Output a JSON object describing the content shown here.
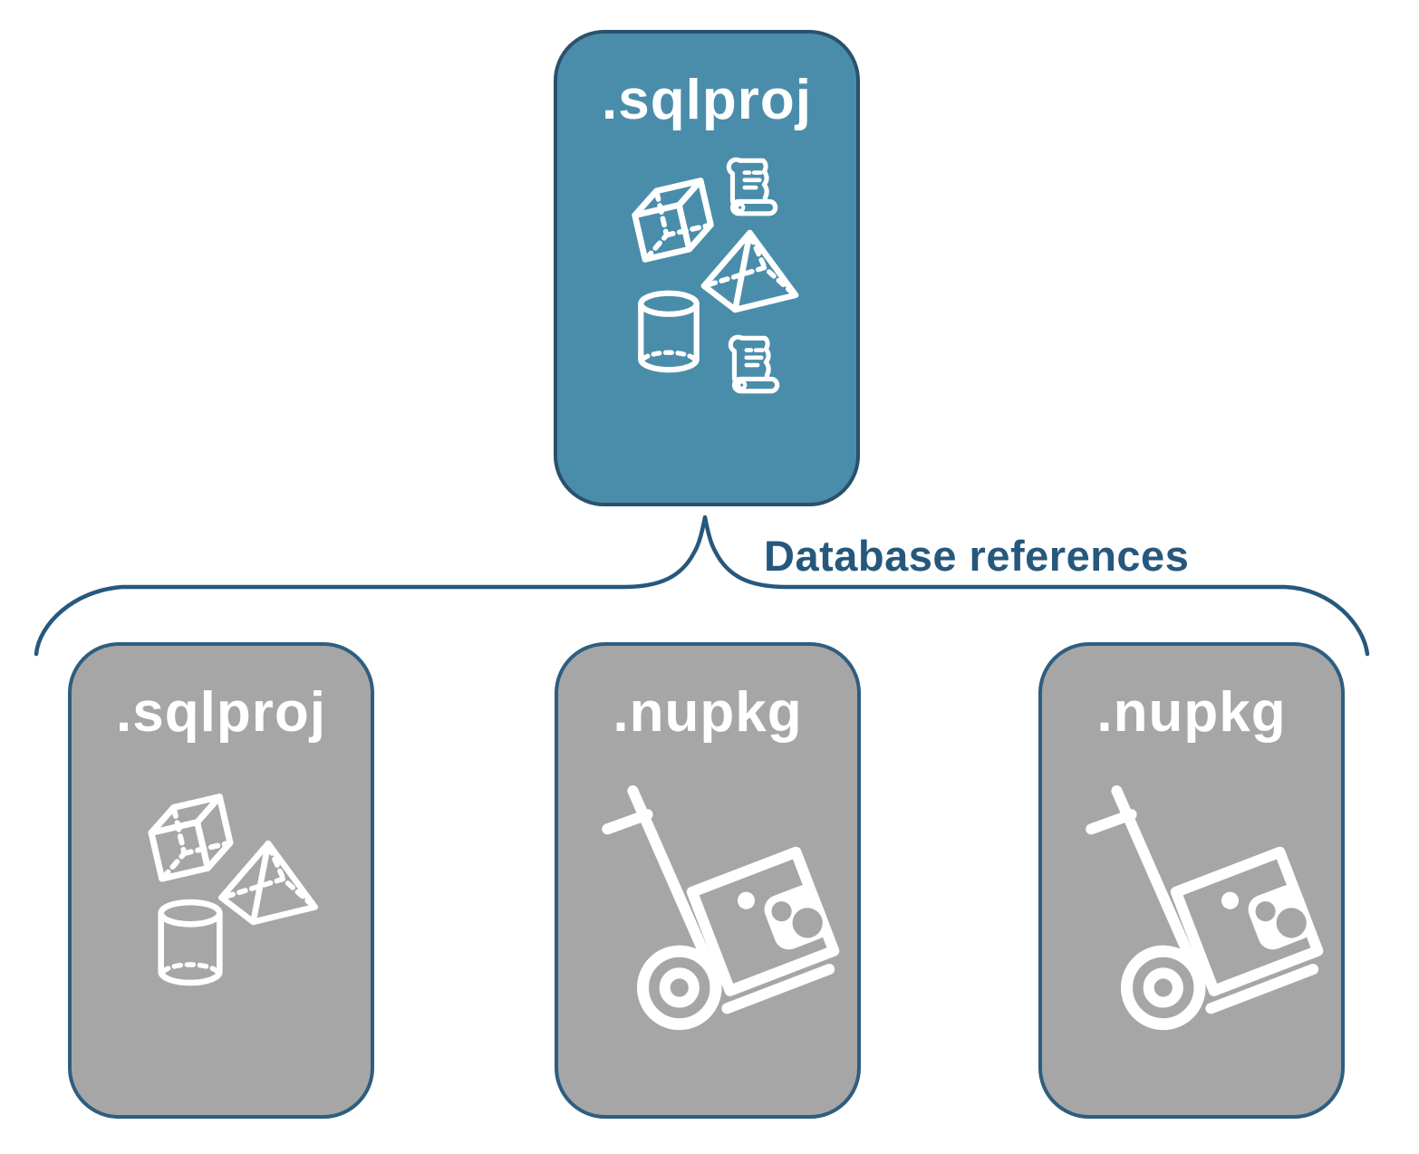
{
  "diagram": {
    "connector_label": "Database references",
    "root_box": {
      "title": ".sqlproj",
      "icons": [
        "cube-icon",
        "scroll-icon",
        "pyramid-icon",
        "cylinder-icon",
        "scroll-icon"
      ]
    },
    "child_boxes": [
      {
        "title": ".sqlproj",
        "icons": [
          "cube-icon",
          "pyramid-icon",
          "cylinder-icon"
        ]
      },
      {
        "title": ".nupkg",
        "icons": [
          "handtruck-package-icon"
        ]
      },
      {
        "title": ".nupkg",
        "icons": [
          "handtruck-package-icon"
        ]
      }
    ],
    "colors": {
      "root_fill": "#4A8DAB",
      "root_border": "#2A516C",
      "child_fill": "#A6A6A6",
      "child_border": "#2E5E7F",
      "connector": "#27587C",
      "icon": "#FFFFFF"
    }
  }
}
